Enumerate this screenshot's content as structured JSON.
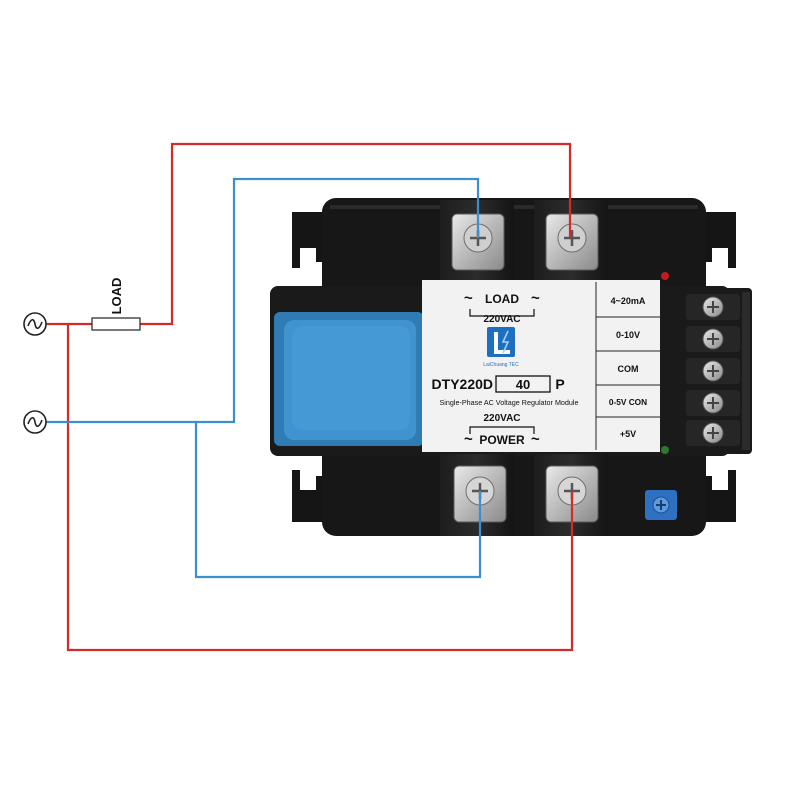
{
  "load_label": "LOAD",
  "module": {
    "load_label": "LOAD",
    "load_voltage": "220VAC",
    "power_voltage": "220VAC",
    "power_label": "POWER",
    "brand": "LaiChuang TEC",
    "model_prefix": "DTY220D",
    "model_current": "40",
    "model_suffix": "P",
    "description": "Single-Phase AC Voltage Regulator Module",
    "control_terminals": [
      {
        "label": "4~20mA"
      },
      {
        "label": "0-10V"
      },
      {
        "label": "COM"
      },
      {
        "label": "0-5V CON"
      },
      {
        "label": "+5V"
      }
    ]
  },
  "colors": {
    "live_wire": "#d42a2a",
    "neutral_wire": "#3a8fcf",
    "body": "#161616",
    "heatsink_fan": "#3d8fc9",
    "label_panel": "#f2f2f2",
    "brand": "#1f6fc0"
  },
  "icons": {
    "ac_source_top": "ac-sine-source-icon",
    "ac_source_bottom": "ac-sine-source-icon"
  }
}
